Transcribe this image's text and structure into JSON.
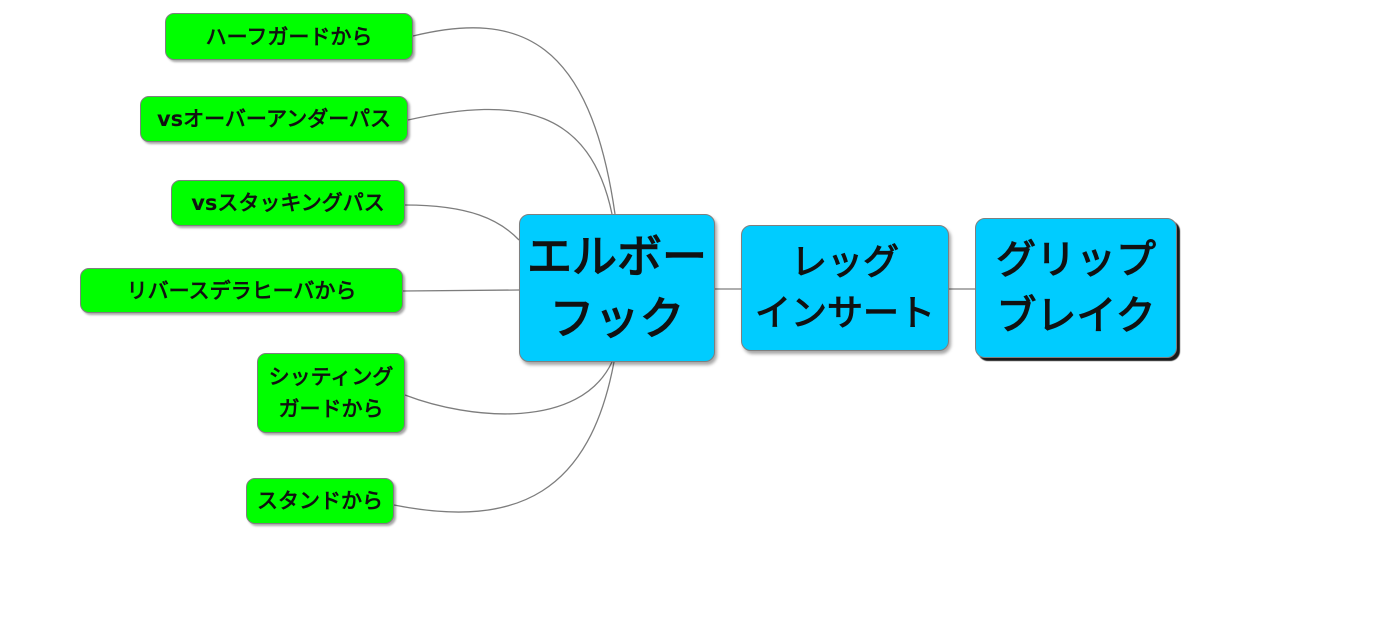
{
  "diagram": {
    "hubs": [
      {
        "id": "elbow",
        "label": "エルボー\nフック"
      },
      {
        "id": "leg",
        "label": "レッグ\nインサート"
      },
      {
        "id": "grip",
        "label": "グリップ\nブレイク"
      }
    ],
    "branches": [
      {
        "label": "ハーフガードから"
      },
      {
        "label": "vsオーバーアンダーパス"
      },
      {
        "label": "vsスタッキングパス"
      },
      {
        "label": "リバースデラヒーバから"
      },
      {
        "label": "シッティング\nガードから"
      },
      {
        "label": "スタンドから"
      }
    ],
    "colors": {
      "branch_fill": "#00ff00",
      "hub_fill": "#00ccff",
      "connector": "#7d7d7d",
      "background": "#ffffff"
    }
  }
}
